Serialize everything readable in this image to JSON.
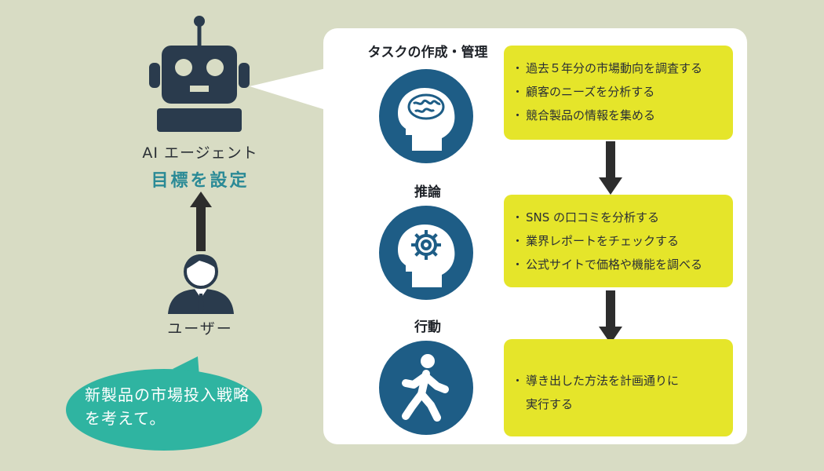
{
  "agent": {
    "label": "AI エージェント",
    "goal": "目標を設定"
  },
  "user": {
    "label": "ユーザー",
    "request": [
      "新製品の市場投入戦略",
      "を考えて。"
    ]
  },
  "bullet": "・",
  "sections": [
    {
      "title": "タスクの作成・管理",
      "icon": "brain-icon",
      "items": [
        "過去５年分の市場動向を調査する",
        "顧客のニーズを分析する",
        "競合製品の情報を集める"
      ]
    },
    {
      "title": "推論",
      "icon": "gear-icon",
      "items": [
        "SNS の口コミを分析する",
        "業界レポートをチェックする",
        "公式サイトで価格や機能を調べる"
      ]
    },
    {
      "title": "行動",
      "icon": "walking-person-icon",
      "items": [
        "導き出した方法を計画通りに",
        "実行する"
      ]
    }
  ],
  "colors": {
    "background": "#d8dcc4",
    "panel": "#ffffff",
    "circle": "#1e5d86",
    "box": "#e5e52a",
    "speech": "#2fb4a1",
    "goal_text": "#2b8a96",
    "dark": "#2a3b4d"
  }
}
